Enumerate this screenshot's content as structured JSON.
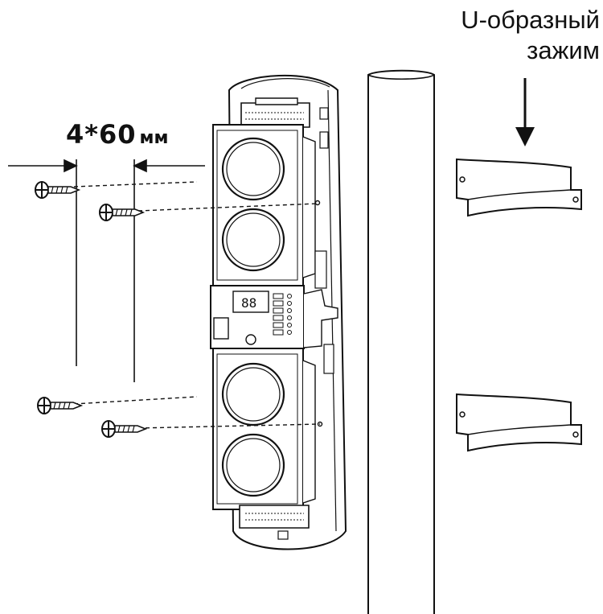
{
  "labels": {
    "clamp_line1": "U-образный",
    "clamp_line2": "зажим",
    "dimension_value": "4*60",
    "dimension_unit": "мм"
  },
  "colors": {
    "ink": "#111111",
    "paper": "#ffffff",
    "shade": "#e6e6e6"
  },
  "icons": {
    "screw": "screw-icon",
    "clamp": "u-clamp-icon",
    "arrow": "arrow-down-icon"
  }
}
